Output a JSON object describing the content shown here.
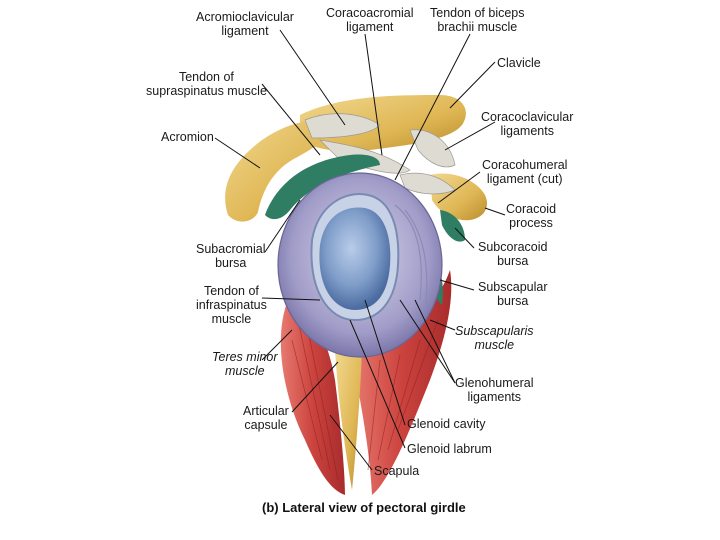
{
  "labels": {
    "acromioclavicular_ligament": [
      "Acromioclavicular",
      "ligament"
    ],
    "coracoacromial_ligament": [
      "Coracoacromial",
      "ligament"
    ],
    "tendon_biceps": [
      "Tendon of biceps",
      "brachii muscle"
    ],
    "clavicle": [
      "Clavicle"
    ],
    "tendon_supraspinatus": [
      "Tendon of",
      "supraspinatus muscle"
    ],
    "coracoclavicular_ligaments": [
      "Coracoclavicular",
      "ligaments"
    ],
    "acromion": [
      "Acromion"
    ],
    "coracohumeral_ligament": [
      "Coracohumeral",
      "ligament (cut)"
    ],
    "coracoid_process": [
      "Coracoid",
      "process"
    ],
    "subacromial_bursa": [
      "Subacromial",
      "bursa"
    ],
    "subcoracoid_bursa": [
      "Subcoracoid",
      "bursa"
    ],
    "subscapular_bursa": [
      "Subscapular",
      "bursa"
    ],
    "tendon_infraspinatus": [
      "Tendon of",
      "infraspinatus",
      "muscle"
    ],
    "subscapularis_muscle": [
      "Subscapularis",
      "muscle"
    ],
    "teres_minor_muscle": [
      "Teres minor",
      "muscle"
    ],
    "glenohumeral_ligaments": [
      "Glenohumeral",
      "ligaments"
    ],
    "articular_capsule": [
      "Articular",
      "capsule"
    ],
    "glenoid_cavity": [
      "Glenoid cavity"
    ],
    "glenoid_labrum": [
      "Glenoid labrum"
    ],
    "scapula": [
      "Scapula"
    ]
  },
  "caption": {
    "prefix": "(b)",
    "text": "Lateral view of pectoral girdle"
  },
  "colors": {
    "bone": "#e2bf62",
    "muscle": "#cf4a45",
    "cavity": "#7f9dc9",
    "capsule": "#9c99c4",
    "bursa": "#2f7d62",
    "ligament": "#d9d6cf"
  }
}
